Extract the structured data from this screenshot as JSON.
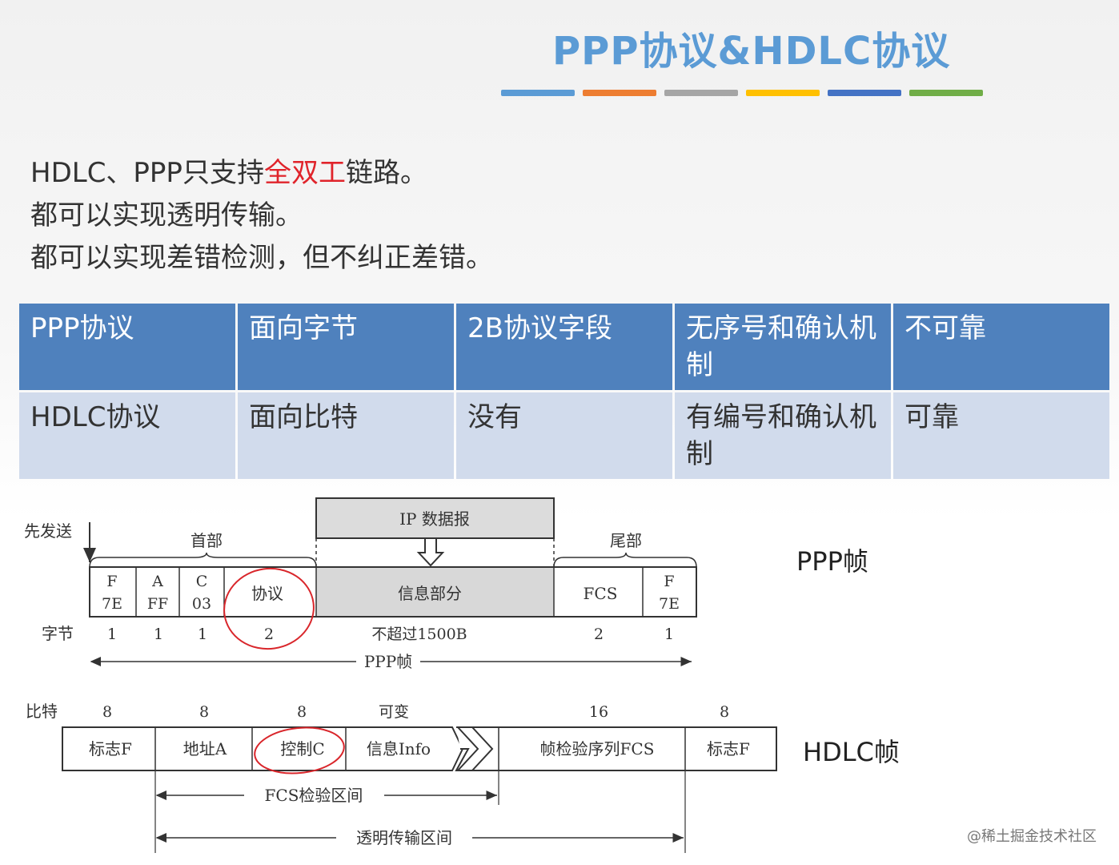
{
  "title": "PPP协议&HDLC协议",
  "title_bar_colors": [
    "#5b9bd5",
    "#ed7d31",
    "#a5a5a5",
    "#ffc000",
    "#4472c4",
    "#70ad47"
  ],
  "points": {
    "line1_pre": "HDLC、PPP只支持",
    "line1_hl": "全双工",
    "line1_post": "链路。",
    "line2": "都可以实现透明传输。",
    "line3": "都可以实现差错检测，但不纠正差错。"
  },
  "table": {
    "header": [
      "PPP协议",
      "面向字节",
      "2B协议字段",
      "无序号和确认机制",
      "不可靠"
    ],
    "row": [
      "HDLC协议",
      "面向比特",
      "没有",
      "有编号和确认机制",
      "可靠"
    ]
  },
  "ppp_frame": {
    "send_first": "先发送",
    "header": "首部",
    "trailer": "尾部",
    "ip_datagram": "IP 数据报",
    "fields": [
      {
        "name": "F",
        "value": "7E",
        "bytes": "1"
      },
      {
        "name": "A",
        "value": "FF",
        "bytes": "1"
      },
      {
        "name": "C",
        "value": "03",
        "bytes": "1"
      },
      {
        "name": "协议",
        "value": "",
        "bytes": "2"
      },
      {
        "name": "信息部分",
        "value": "",
        "bytes": "不超过1500B"
      },
      {
        "name": "FCS",
        "value": "",
        "bytes": "2"
      },
      {
        "name": "F",
        "value": "7E",
        "bytes": "1"
      }
    ],
    "bytes_label": "字节",
    "frame_label": "PPP帧",
    "side_label": "PPP帧"
  },
  "hdlc_frame": {
    "bits_label": "比特",
    "fields": [
      {
        "name": "标志F",
        "bits": "8"
      },
      {
        "name": "地址A",
        "bits": "8"
      },
      {
        "name": "控制C",
        "bits": "8"
      },
      {
        "name": "信息Info",
        "bits": "可变"
      },
      {
        "name": "帧检验序列FCS",
        "bits": "16"
      },
      {
        "name": "标志F",
        "bits": "8"
      }
    ],
    "fcs_range": "FCS检验区间",
    "transparent_range": "透明传输区间",
    "side_label": "HDLC帧"
  },
  "watermark": "@稀土掘金技术社区"
}
